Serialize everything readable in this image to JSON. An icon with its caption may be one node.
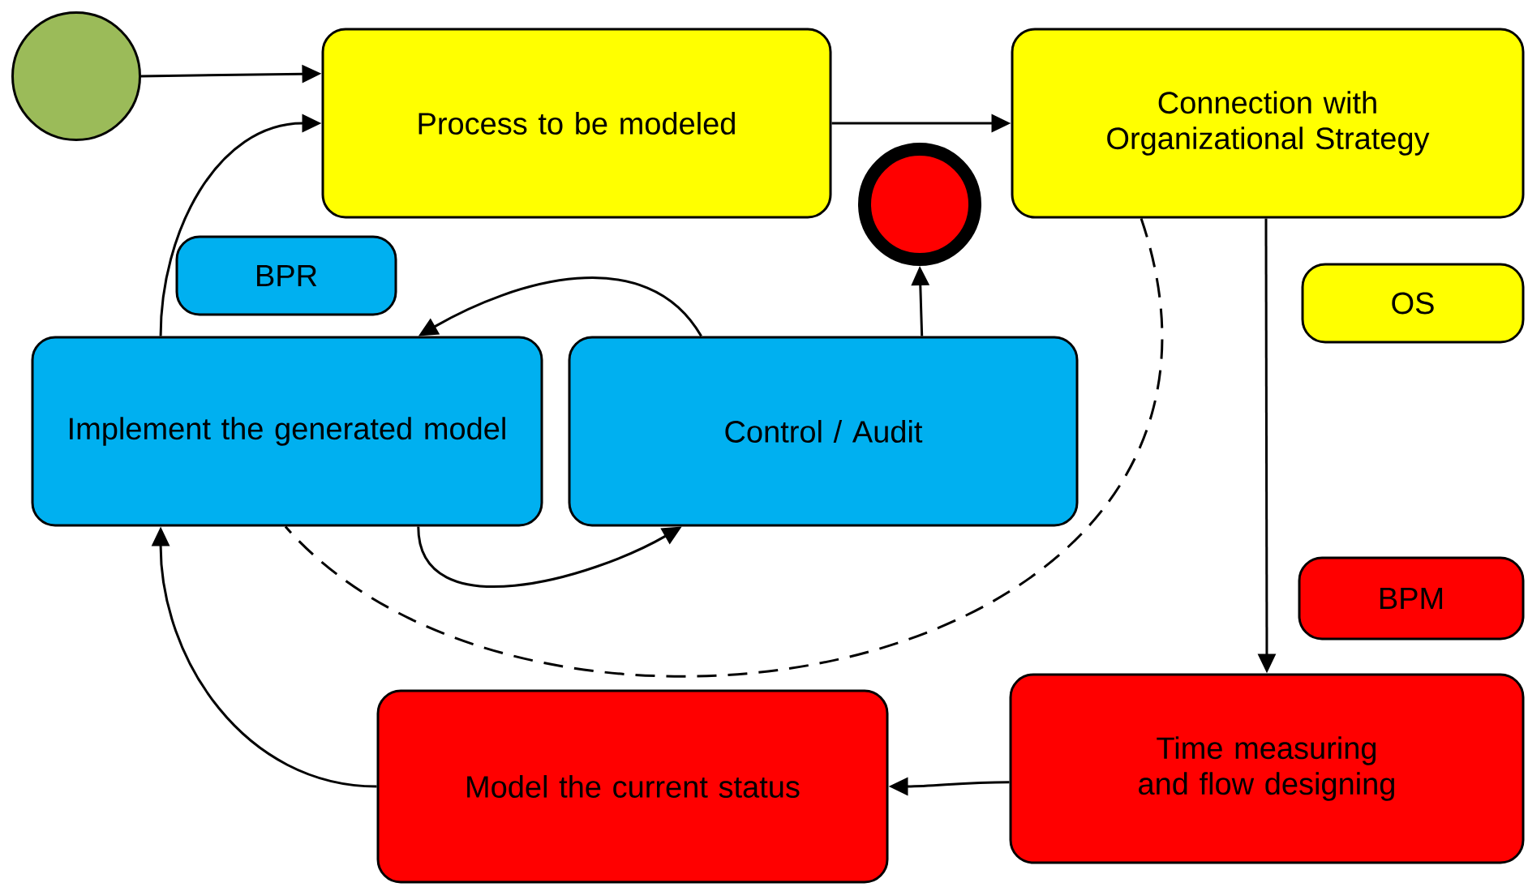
{
  "diagram": {
    "nodes": [
      {
        "text": [],
        "shape": "circle"
      },
      {
        "text": [
          "Process to be modeled"
        ]
      },
      {
        "text": [
          "Connection with Organizational Strategy"
        ]
      },
      {
        "text": [],
        "shape": "circle"
      },
      {
        "text": [
          "BPR"
        ]
      },
      {
        "text": [
          "OS"
        ]
      },
      {
        "text": [
          "Implement the generated model"
        ]
      },
      {
        "text": [
          "Control / Audit"
        ]
      },
      {
        "text": [
          "BPM"
        ]
      },
      {
        "text": [
          "Model the current status"
        ]
      },
      {
        "text": [
          "Time measuring and flow designing"
        ]
      }
    ],
    "edges": [
      {
        "from": 0,
        "to": 1,
        "arrow": "to"
      },
      {
        "from": 6,
        "to": 1,
        "arrow": "to"
      },
      {
        "from": 1,
        "to": 2,
        "arrow": "to"
      },
      {
        "from": 7,
        "to": 3,
        "arrow": "to"
      },
      {
        "from": 7,
        "to": 6,
        "arrow": "to"
      },
      {
        "from": 6,
        "to": 7,
        "arrow": "to"
      },
      {
        "from": 2,
        "to": 6,
        "arrow": "none",
        "style": "dashed"
      },
      {
        "from": 2,
        "to": 10,
        "arrow": "to"
      },
      {
        "from": 10,
        "to": 9,
        "arrow": "to"
      },
      {
        "from": 9,
        "to": 6,
        "arrow": "to"
      }
    ]
  }
}
